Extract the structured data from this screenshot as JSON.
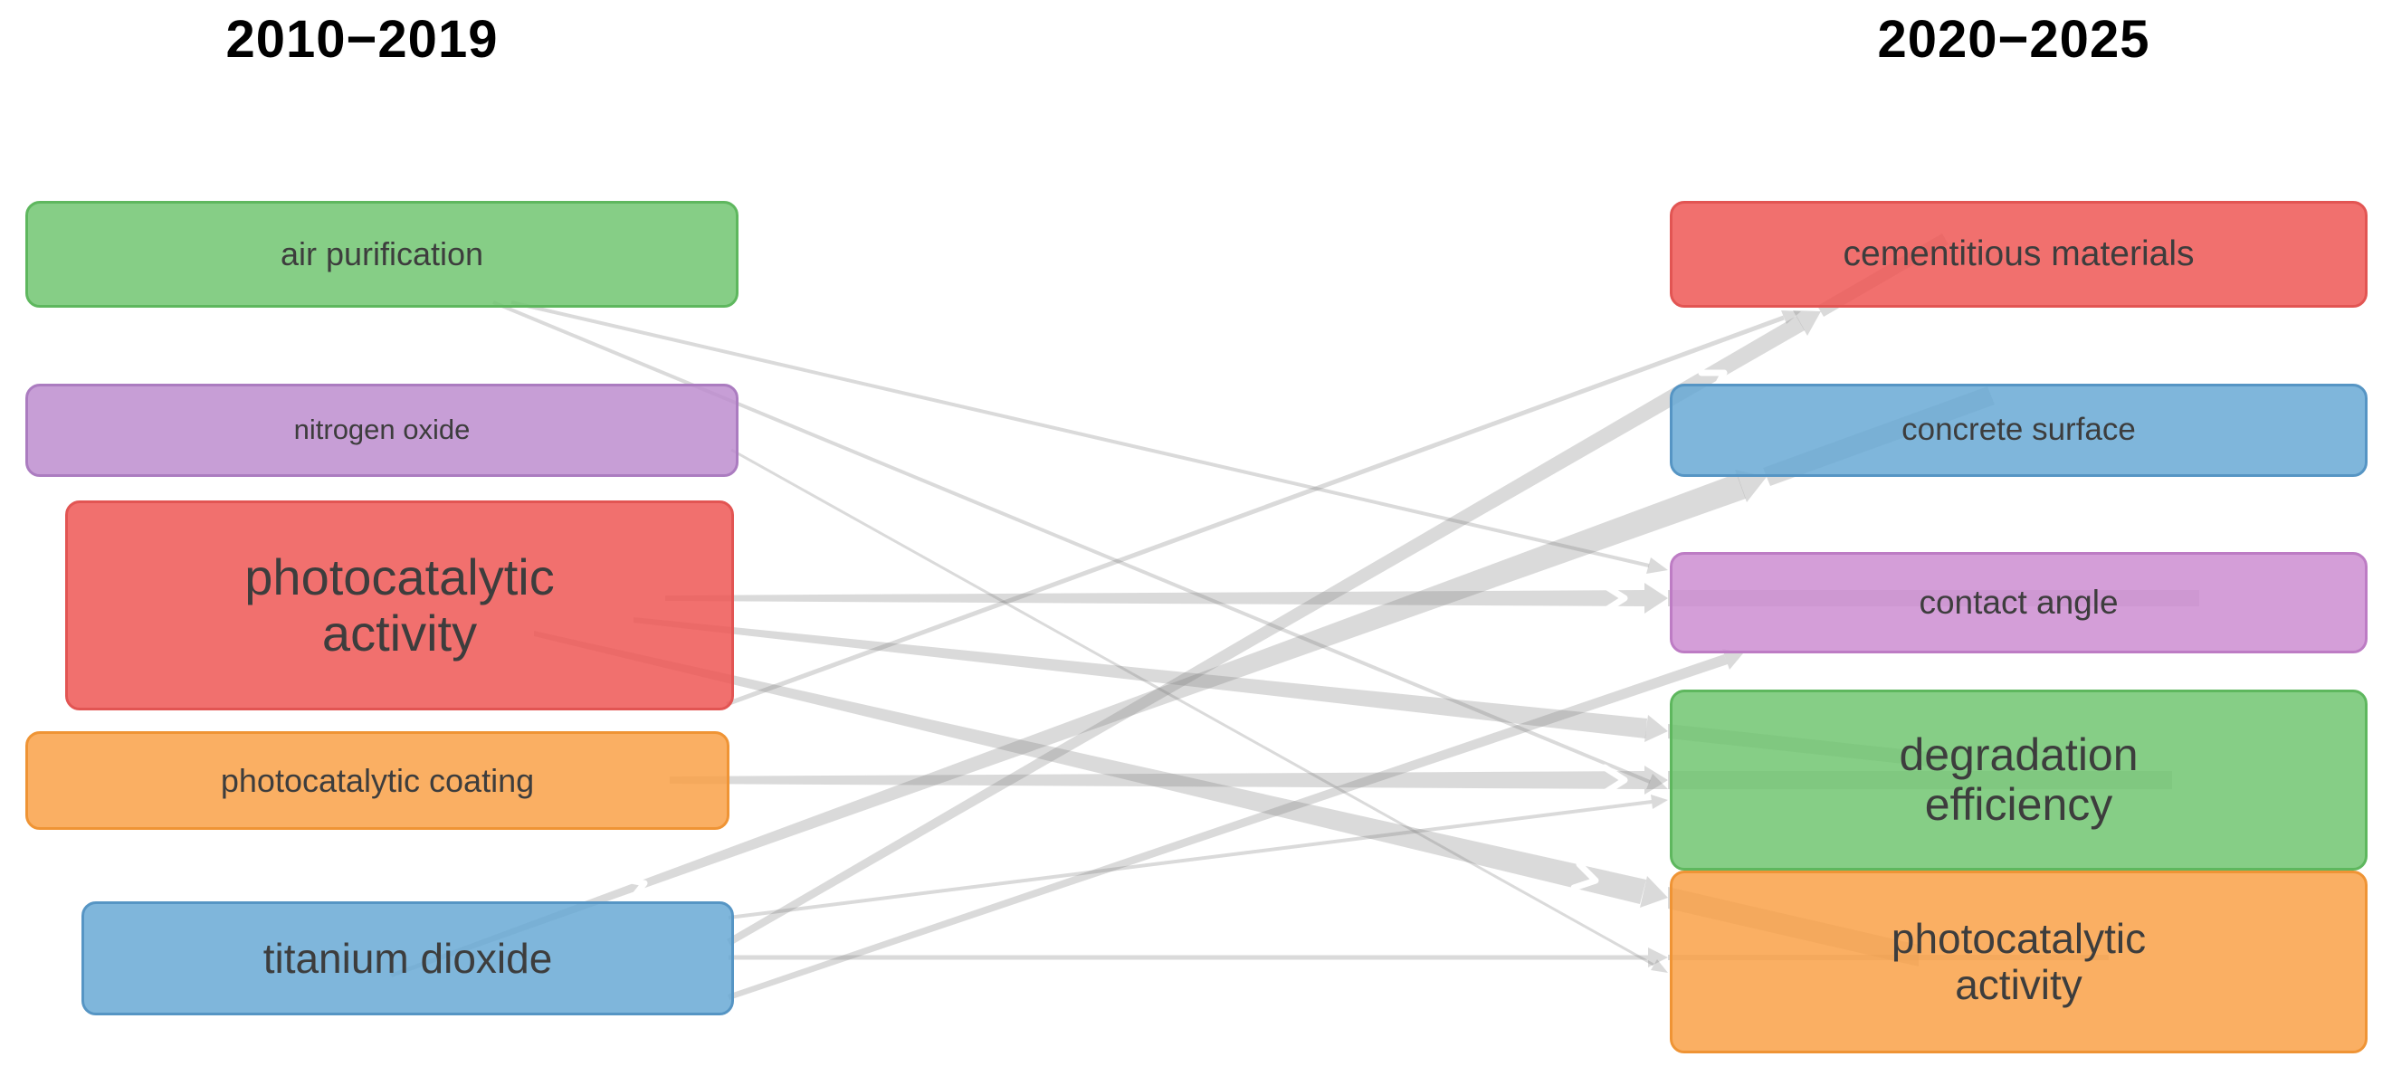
{
  "titles": {
    "left": "2010−2019",
    "right": "2020−2025"
  },
  "diagram_type": "thematic-evolution-map",
  "arrow_direction": "left-to-right",
  "colors": {
    "green": "#86CE86",
    "purple": "#C79ED6",
    "red": "#F1706E",
    "orange": "#FAAF63",
    "blue": "#7FB6DB",
    "pink_purple": "#D49ED8",
    "arrow_gray": "#D9D9D9",
    "title_text": "#000000",
    "node_text": "#3D3D3D"
  },
  "nodes": {
    "left": [
      {
        "id": "air-purification",
        "label": "air purification",
        "color": "#86CE86"
      },
      {
        "id": "nitrogen-oxide",
        "label": "nitrogen oxide",
        "color": "#C79ED6"
      },
      {
        "id": "photocatalytic-activity-l",
        "label": "photocatalytic\nactivity",
        "color": "#F1706E"
      },
      {
        "id": "photocatalytic-coating",
        "label": "photocatalytic coating",
        "color": "#FAAF63"
      },
      {
        "id": "titanium-dioxide",
        "label": "titanium dioxide",
        "color": "#7FB6DB"
      }
    ],
    "right": [
      {
        "id": "cementitious-materials",
        "label": "cementitious materials",
        "color": "#F1706E"
      },
      {
        "id": "concrete-surface",
        "label": "concrete surface",
        "color": "#7FB6DB"
      },
      {
        "id": "contact-angle",
        "label": "contact angle",
        "color": "#D49ED8"
      },
      {
        "id": "degradation-efficiency",
        "label": "degradation\nefficiency",
        "color": "#86CE86"
      },
      {
        "id": "photocatalytic-activity-r",
        "label": "photocatalytic\nactivity",
        "color": "#FAAF63"
      }
    ]
  },
  "edges": [
    {
      "from": "air purification",
      "to": "contact angle",
      "weight": 4
    },
    {
      "from": "air purification",
      "to": "degradation efficiency",
      "weight": 4
    },
    {
      "from": "nitrogen oxide",
      "to": "photocatalytic activity (2020-2025)",
      "weight": 3
    },
    {
      "from": "photocatalytic activity (2010-2019)",
      "to": "cementitious materials",
      "weight": 5
    },
    {
      "from": "photocatalytic activity (2010-2019)",
      "to": "contact angle",
      "weight": 18
    },
    {
      "from": "photocatalytic activity (2010-2019)",
      "to": "degradation efficiency",
      "weight": 22
    },
    {
      "from": "photocatalytic activity (2010-2019)",
      "to": "photocatalytic activity (2020-2025)",
      "weight": 28
    },
    {
      "from": "photocatalytic coating",
      "to": "degradation efficiency",
      "weight": 20
    },
    {
      "from": "titanium dioxide",
      "to": "cementitious materials",
      "weight": 18
    },
    {
      "from": "titanium dioxide",
      "to": "concrete surface",
      "weight": 30
    },
    {
      "from": "titanium dioxide",
      "to": "contact angle",
      "weight": 12
    },
    {
      "from": "titanium dioxide",
      "to": "degradation efficiency",
      "weight": 4
    },
    {
      "from": "titanium dioxide",
      "to": "photocatalytic activity (2020-2025)",
      "weight": 5
    }
  ]
}
